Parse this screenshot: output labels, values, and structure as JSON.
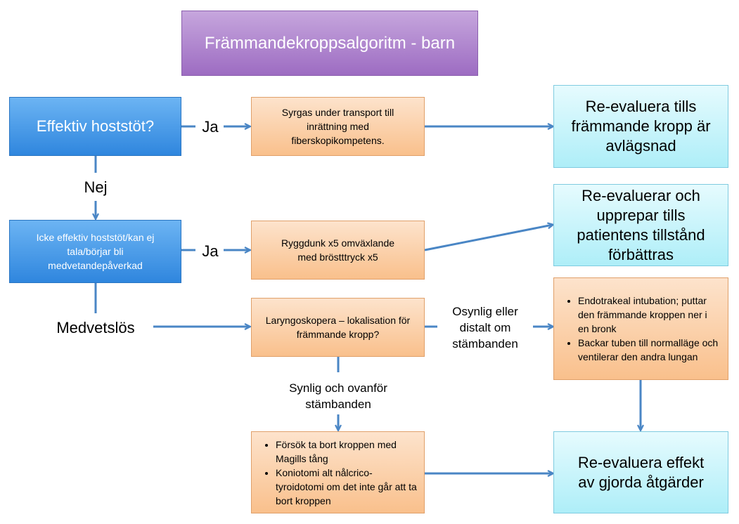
{
  "title": "Främmandekroppsalgoritm - barn",
  "nodes": {
    "q_cough": "Effektiv hoststöt?",
    "ineffective": "Icke effektiv hoststöt/kan ej tala/börjar bli medvetandepåverkad",
    "oxygen": "Syrgas under transport till inrättning med fiberskopikompetens.",
    "backblows": "Ryggdunk x5 omväxlande med bröstttryck x5",
    "laryngoscope": "Laryngoskopera – lokalisation för främmande kropp?",
    "remove_items": [
      "Försök ta bort kroppen med Magills tång",
      "Koniotomi alt nålcrico-tyroidotomi om det inte går att ta bort kroppen"
    ],
    "reeval_removed": "Re-evaluera tills främmande kropp är avlägsnad",
    "reeval_repeat": "Re-evaluerar och upprepar tills patientens tillstånd förbättras",
    "intubation_items": [
      "Endotrakeal intubation; puttar den främmande kroppen ner i en bronk",
      "Backar tuben till normalläge och ventilerar den andra lungan"
    ],
    "reeval_effect": "Re-evaluera effekt av gjorda åtgärder"
  },
  "labels": {
    "ja_1": "Ja",
    "nej": "Nej",
    "ja_2": "Ja",
    "medvetslos": "Medvetslös",
    "invisible": "Osynlig eller distalt om stämbanden",
    "visible": "Synlig och ovanför stämbanden"
  },
  "colors": {
    "arrow": "#4a86c5",
    "title_fill": "#b084d1",
    "question_fill": "#3d93e8",
    "action_fill": "#fbd0a8",
    "evaluate_fill": "#c8f4fb"
  }
}
